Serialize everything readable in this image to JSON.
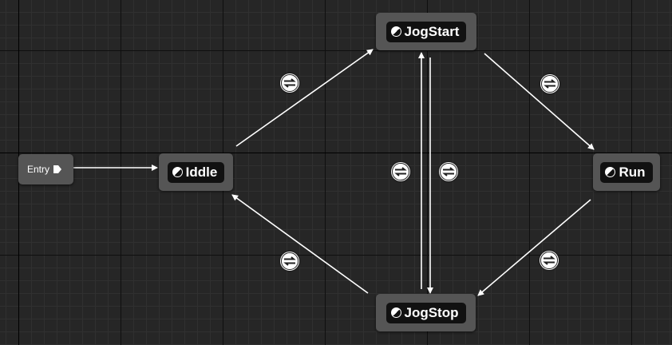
{
  "graph": {
    "entry": {
      "label": "Entry"
    },
    "states": {
      "idle": {
        "label": "Iddle"
      },
      "jogstart": {
        "label": "JogStart"
      },
      "run": {
        "label": "Run"
      },
      "jogstop": {
        "label": "JogStop"
      }
    },
    "edges": [
      {
        "from": "Entry",
        "to": "Iddle"
      },
      {
        "from": "Iddle",
        "to": "JogStart"
      },
      {
        "from": "JogStart",
        "to": "Run"
      },
      {
        "from": "JogStart",
        "to": "JogStop"
      },
      {
        "from": "JogStop",
        "to": "JogStart"
      },
      {
        "from": "Run",
        "to": "JogStop"
      },
      {
        "from": "JogStop",
        "to": "Iddle"
      }
    ],
    "transition_icon": "transition-rule-icon",
    "state_icon": "state-icon",
    "colors": {
      "background": "#262626",
      "node": "#555555",
      "node_pill": "#111111",
      "wire": "#ffffff"
    }
  }
}
